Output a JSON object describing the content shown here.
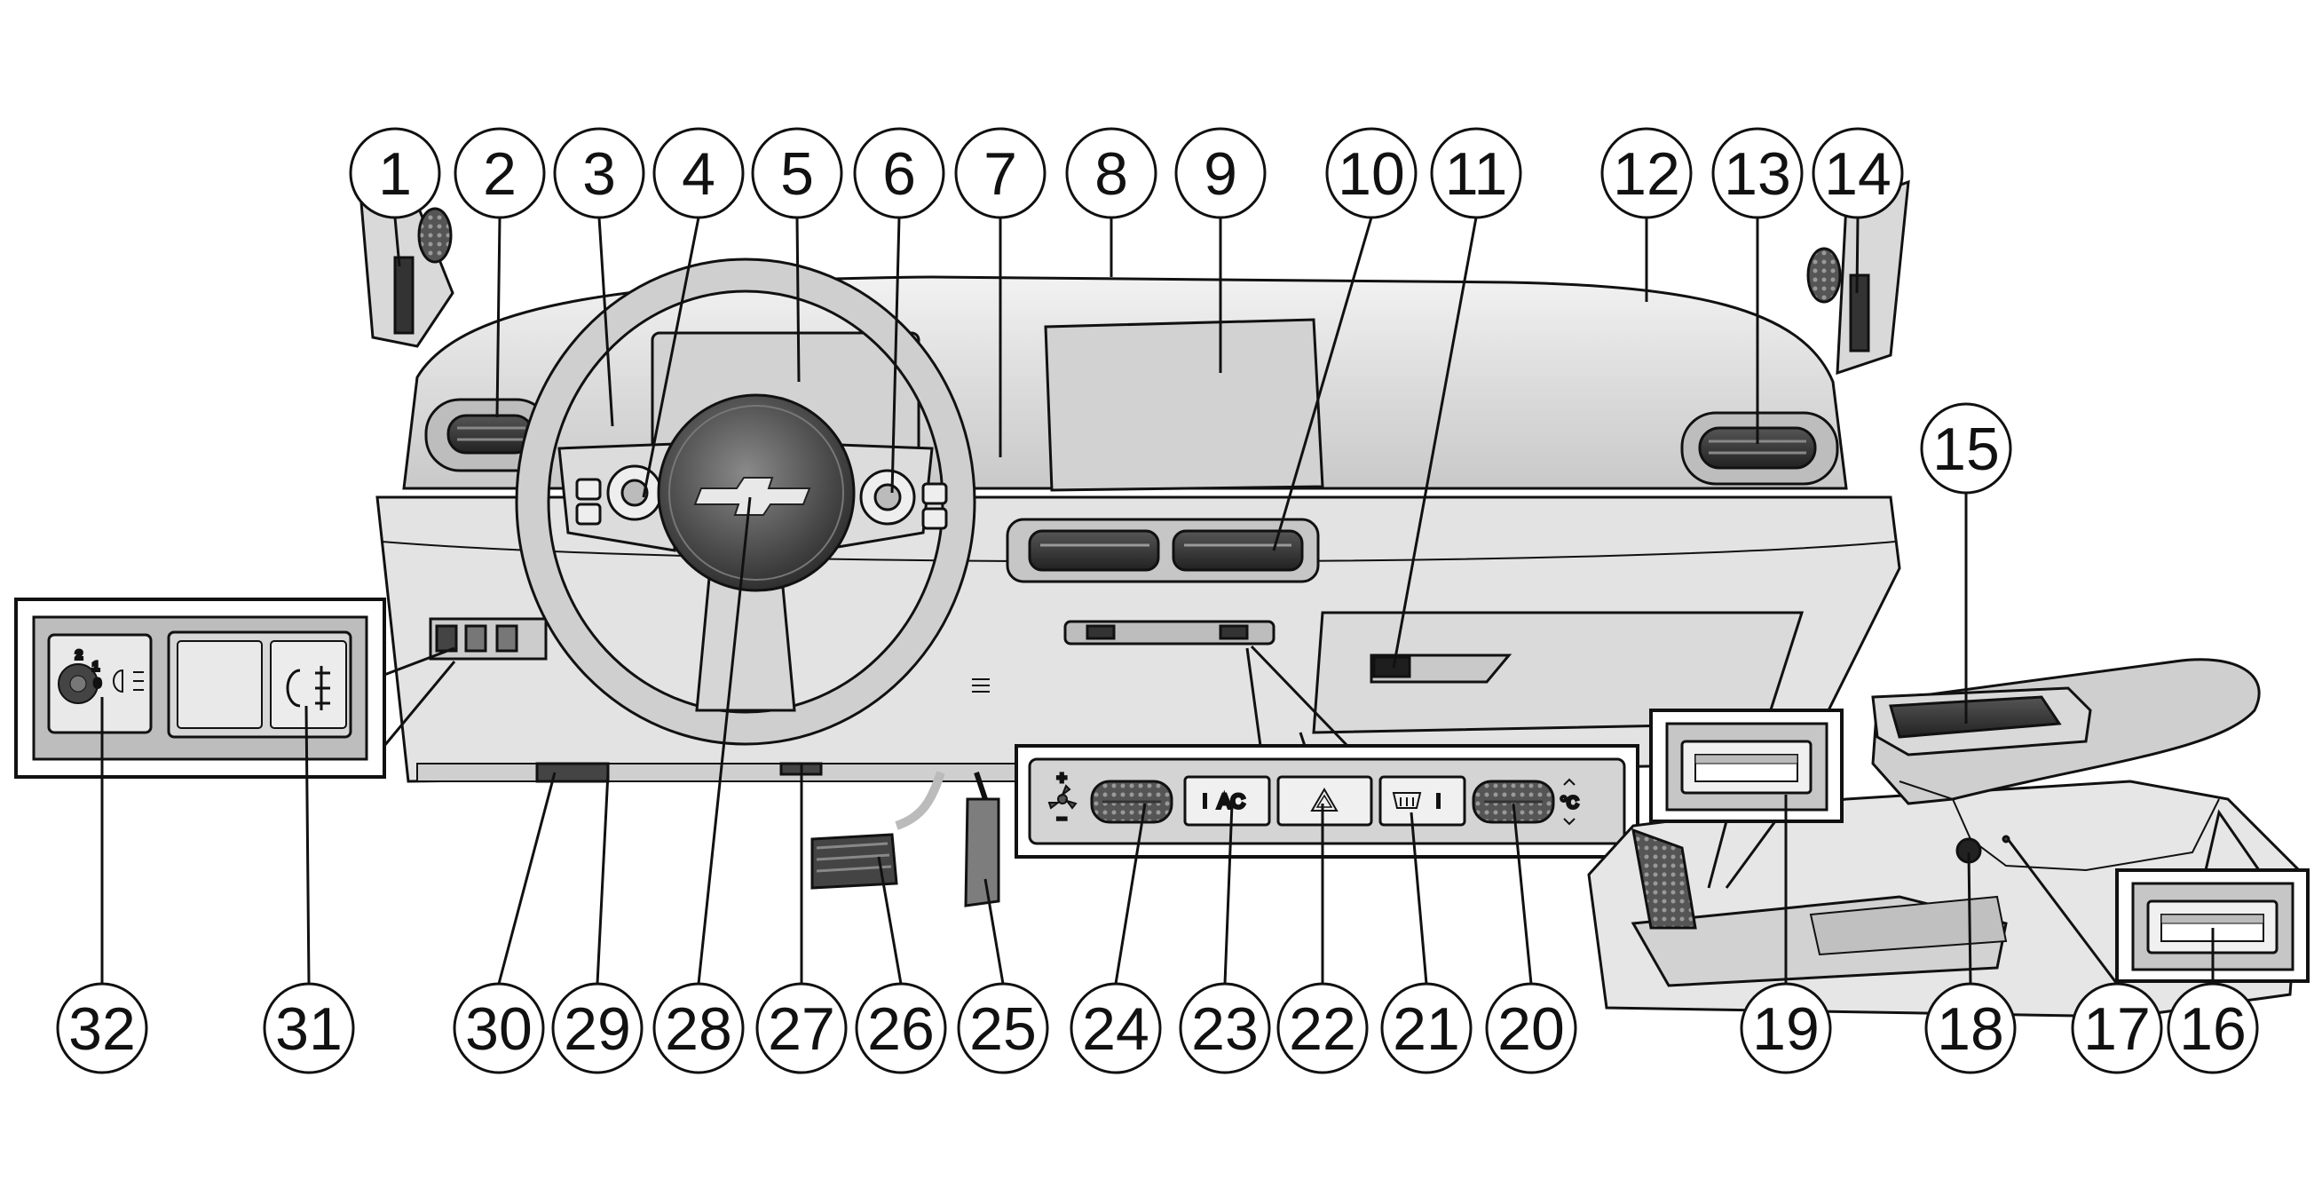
{
  "callouts": [
    {
      "n": "1"
    },
    {
      "n": "2"
    },
    {
      "n": "3"
    },
    {
      "n": "4"
    },
    {
      "n": "5"
    },
    {
      "n": "6"
    },
    {
      "n": "7"
    },
    {
      "n": "8"
    },
    {
      "n": "9"
    },
    {
      "n": "10"
    },
    {
      "n": "11"
    },
    {
      "n": "12"
    },
    {
      "n": "13"
    },
    {
      "n": "14"
    },
    {
      "n": "15"
    },
    {
      "n": "16"
    },
    {
      "n": "17"
    },
    {
      "n": "18"
    },
    {
      "n": "19"
    },
    {
      "n": "20"
    },
    {
      "n": "21"
    },
    {
      "n": "22"
    },
    {
      "n": "23"
    },
    {
      "n": "24"
    },
    {
      "n": "25"
    },
    {
      "n": "26"
    },
    {
      "n": "27"
    },
    {
      "n": "28"
    },
    {
      "n": "29"
    },
    {
      "n": "30"
    },
    {
      "n": "31"
    },
    {
      "n": "32"
    }
  ],
  "climate_panel": {
    "ac_label": "AC",
    "temp_unit": "°C",
    "fan_plus": "+",
    "fan_minus": "−"
  },
  "headlamp_dial": {
    "mark_2": "2",
    "mark_1": "1",
    "mark_0": "0"
  },
  "colors": {
    "line": "#111111",
    "fill_light": "#e6e6e6",
    "fill_mid": "#c8c8c8",
    "fill_dark": "#3a3a3a",
    "screen": "#d2d2d2"
  }
}
